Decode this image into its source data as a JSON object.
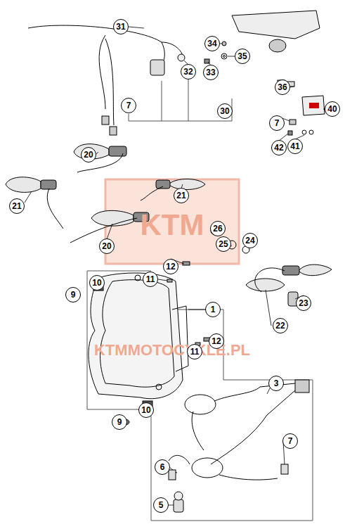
{
  "diagram": {
    "labels": [
      "KTM",
      "KTMMOTOCYKLE.PL",
      "31",
      "34",
      "35",
      "32",
      "33",
      "30",
      "36",
      "7",
      "40",
      "7",
      "41",
      "42",
      "20",
      "21",
      "21",
      "20",
      "26",
      "25",
      "24",
      "12",
      "11",
      "10",
      "9",
      "1",
      "23",
      "22",
      "11",
      "12",
      "10",
      "9",
      "3",
      "7",
      "6",
      "5"
    ]
  }
}
